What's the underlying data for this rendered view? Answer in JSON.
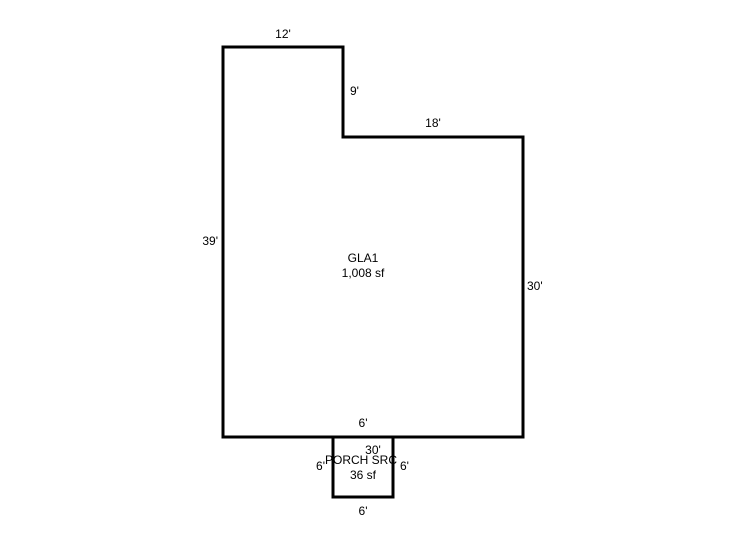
{
  "sketch": {
    "line_color": "#000000",
    "background": "#ffffff",
    "gla": {
      "name": "GLA1",
      "area": "1,008 sf",
      "dimensions": {
        "top": "12'",
        "notch_vertical": "9'",
        "notch_top": "18'",
        "right": "30'",
        "left": "39'",
        "bottom_inner": "6'",
        "bottom": "30'"
      }
    },
    "porch": {
      "name": "PORCH SRC",
      "area": "36 sf",
      "dimensions": {
        "left": "6'",
        "right": "6'",
        "bottom": "6'"
      }
    }
  }
}
